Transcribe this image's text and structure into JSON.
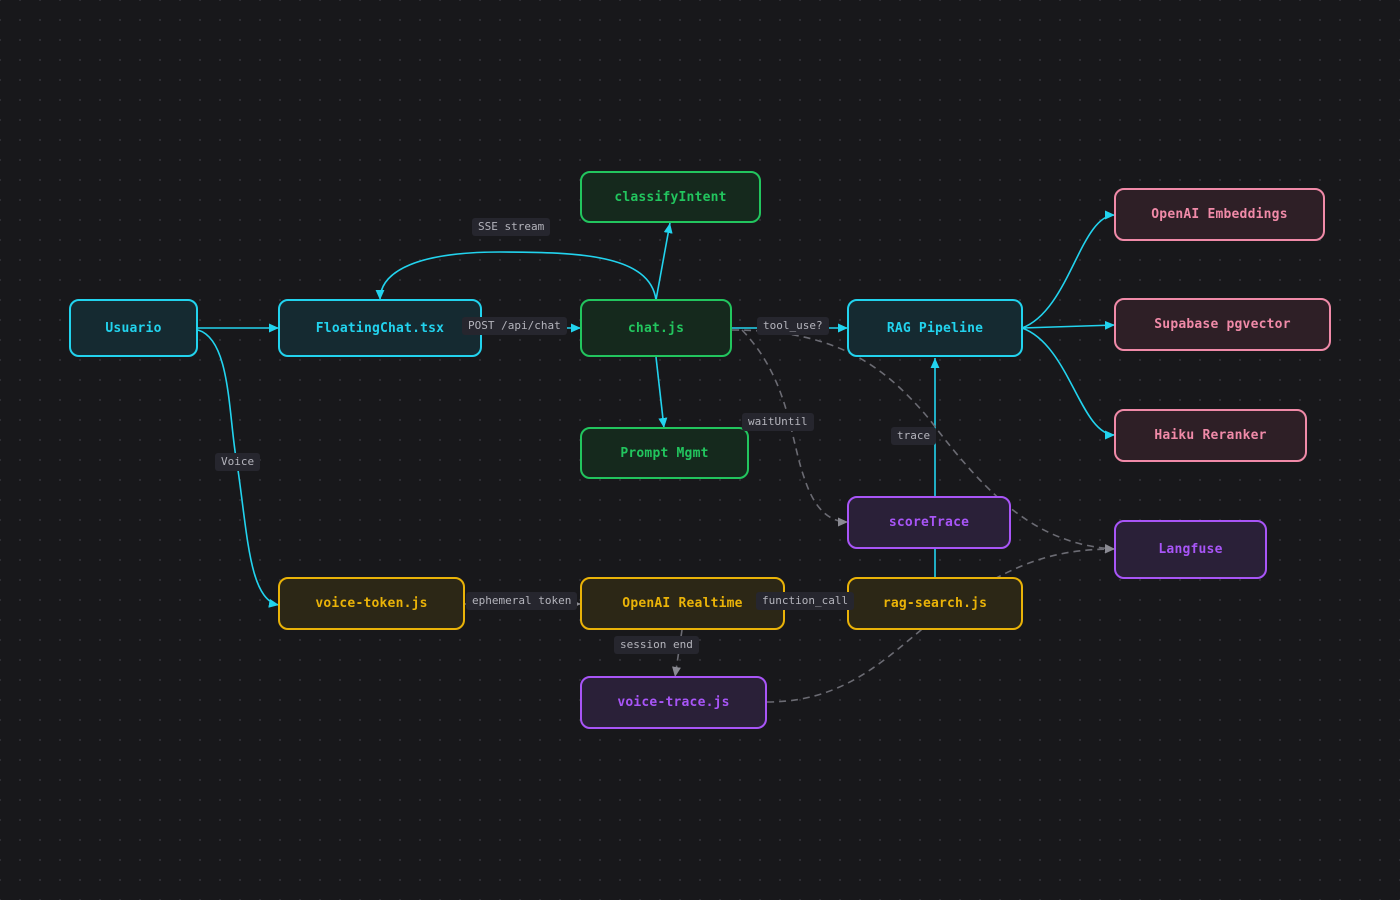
{
  "colors": {
    "background": "#18181b",
    "cyan": "#22d3ee",
    "green": "#22c55e",
    "pink": "#f08aa8",
    "yellow": "#eab308",
    "purple": "#a855f7",
    "dashed_edge": "#6b6b73"
  },
  "nodes": {
    "usuario": "Usuario",
    "floating_chat": "FloatingChat.tsx",
    "classify_intent": "classifyIntent",
    "chat_js": "chat.js",
    "prompt_mgmt": "Prompt Mgmt",
    "rag_pipeline": "RAG Pipeline",
    "openai_embeddings": "OpenAI Embeddings",
    "supabase_pgvector": "Supabase pgvector",
    "haiku_reranker": "Haiku Reranker",
    "score_trace": "scoreTrace",
    "langfuse": "Langfuse",
    "voice_token": "voice-token.js",
    "openai_realtime": "OpenAI Realtime",
    "rag_search": "rag-search.js",
    "voice_trace": "voice-trace.js"
  },
  "edge_labels": {
    "sse_stream": "SSE stream",
    "post_api_chat": "POST /api/chat",
    "tool_use": "tool_use?",
    "wait_until": "waitUntil",
    "trace": "trace",
    "voice": "Voice",
    "ephemeral_token": "ephemeral token",
    "function_call": "function_call",
    "session_end": "session end"
  }
}
